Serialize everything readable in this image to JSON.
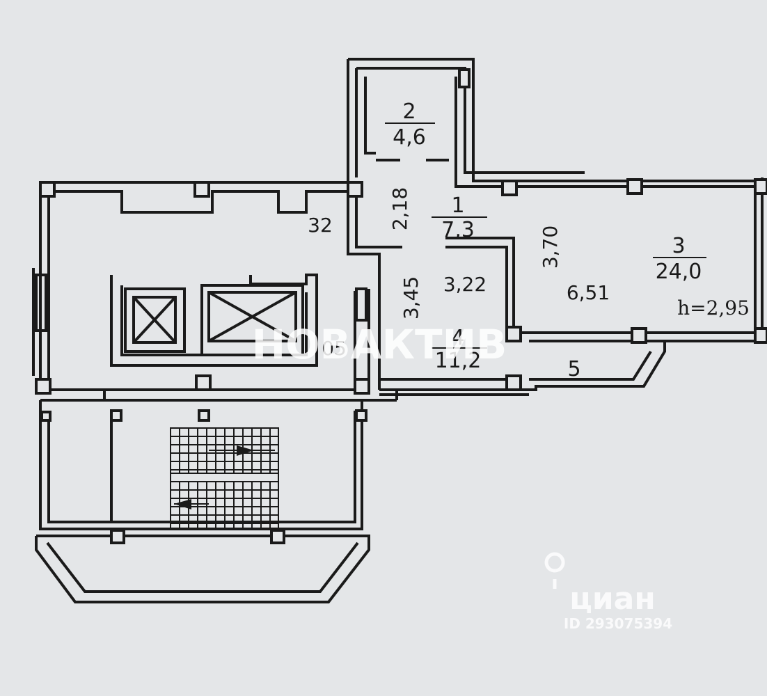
{
  "plan": {
    "rooms": [
      {
        "number": "2",
        "area": "4,6"
      },
      {
        "number": "1",
        "area": "7,3"
      },
      {
        "number": "3",
        "area": "24,0"
      },
      {
        "number": "4",
        "area": "11,2"
      },
      {
        "number": "5",
        "area": ""
      }
    ],
    "dimensions": {
      "d_218": "2,18",
      "d_32": "32",
      "d_370": "3,70",
      "d_345": "3,45",
      "d_322": "3,22",
      "d_651": "6,51",
      "d_05": "05"
    },
    "ceiling_height": "h=2,95"
  },
  "watermarks": {
    "agency": "НОВАКТИВ",
    "cian_logo": "циан",
    "cian_id": "ID 293075394"
  },
  "colors": {
    "paper": "#e4e6e8",
    "lines": "#1a1a1a",
    "watermark": "#ffffff"
  }
}
